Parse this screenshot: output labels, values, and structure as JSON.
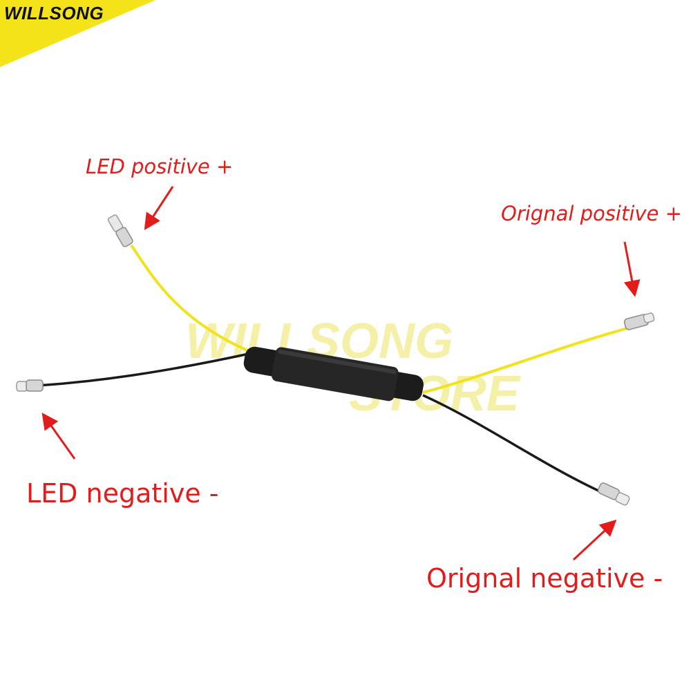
{
  "brand": {
    "text": "WILLSONG",
    "badge_color": "#f4e318"
  },
  "watermark": {
    "line1": "WILLSONG",
    "line2": "STORE",
    "color": "#f3ee9a"
  },
  "labels": {
    "led_positive": "LED positive +",
    "original_positive": "Orignal positive +",
    "led_negative": "LED negative -",
    "original_negative": "Orignal negative -"
  },
  "colors": {
    "annotation": "#e41b1b",
    "positive_wire": "#f1e21c",
    "negative_wire": "#1a1a1a",
    "resistor_body": "#1c1c1c"
  },
  "icons": [
    "arrow-icon"
  ]
}
